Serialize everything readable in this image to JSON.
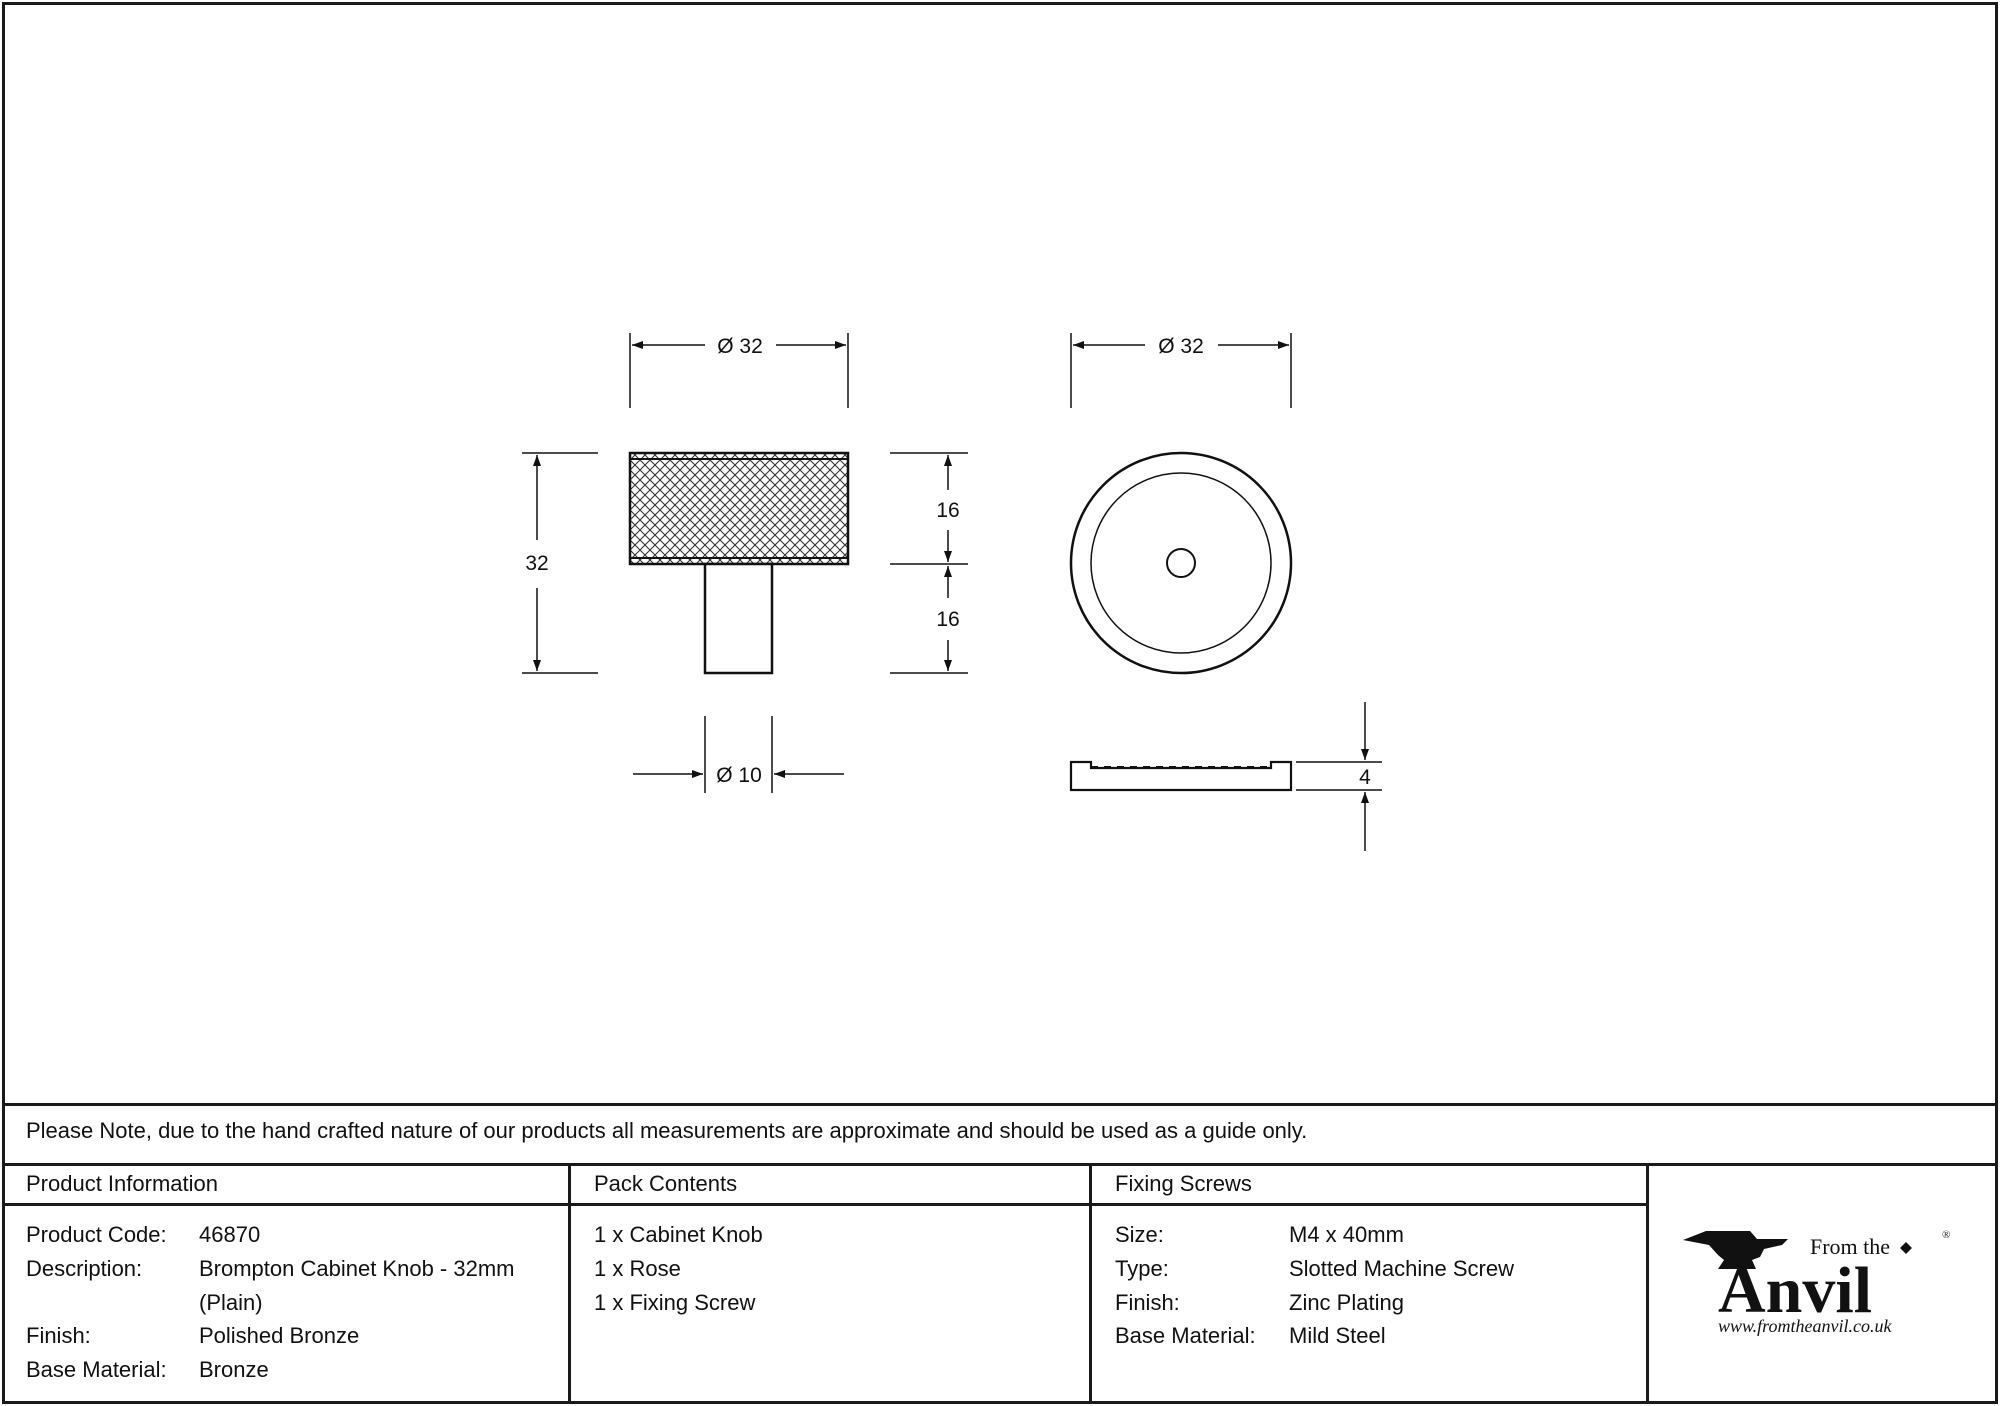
{
  "drawing": {
    "side_top_dia": "Ø 32",
    "side_height": "32",
    "side_upper": "16",
    "side_lower": "16",
    "side_stem_dia": "Ø 10",
    "rose_top_dia": "Ø 32",
    "rose_thickness": "4"
  },
  "note": "Please Note, due to the hand crafted nature of our products all measurements are approximate and should be used as a guide only.",
  "product_info": {
    "header": "Product Information",
    "rows": [
      {
        "label": "Product Code:",
        "value": "46870"
      },
      {
        "label": "Description:",
        "value": "Brompton Cabinet Knob - 32mm"
      },
      {
        "label": "",
        "value": "(Plain)"
      },
      {
        "label": "Finish:",
        "value": "Polished Bronze"
      },
      {
        "label": "Base Material:",
        "value": "Bronze"
      }
    ]
  },
  "pack_contents": {
    "header": "Pack Contents",
    "items": [
      "1 x Cabinet Knob",
      "1 x Rose",
      "1 x Fixing Screw"
    ]
  },
  "fixing_screws": {
    "header": "Fixing Screws",
    "rows": [
      {
        "label": "Size:",
        "value": "M4 x 40mm"
      },
      {
        "label": "Type:",
        "value": "Slotted Machine Screw"
      },
      {
        "label": "Finish:",
        "value": "Zinc Plating"
      },
      {
        "label": "Base Material:",
        "value": "Mild Steel"
      }
    ]
  },
  "logo": {
    "from_the": "From the",
    "anvil": "Anvil",
    "registered": "®",
    "url": "www.fromtheanvil.co.uk"
  }
}
